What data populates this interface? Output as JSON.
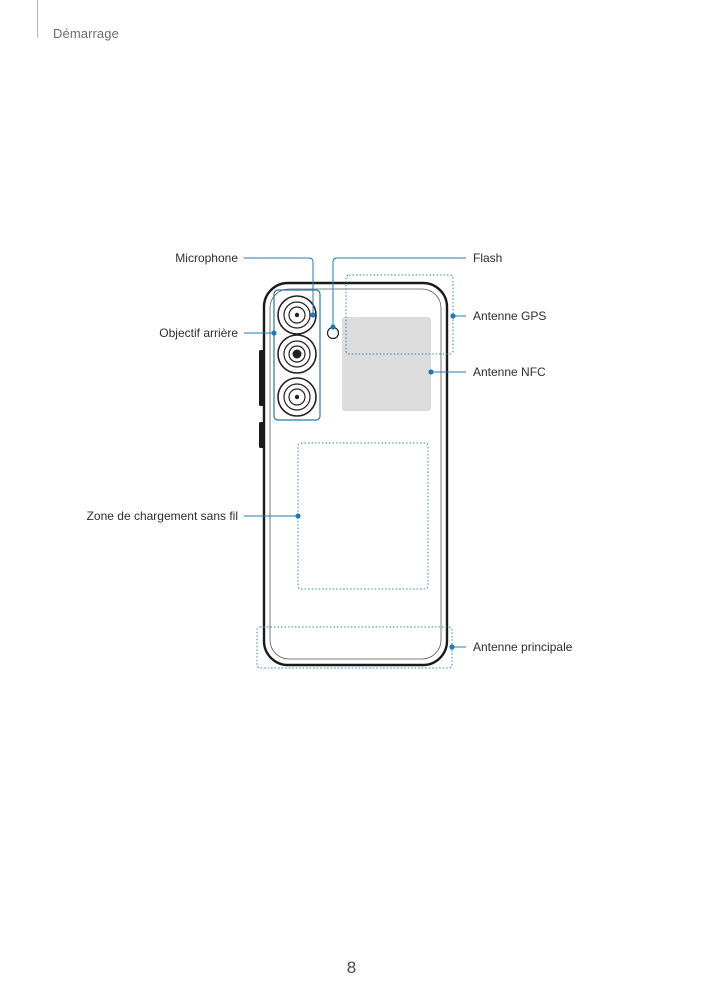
{
  "header": {
    "section": "Démarrage"
  },
  "footer": {
    "page_number": "8"
  },
  "diagram": {
    "labels": {
      "microphone": "Microphone",
      "rear_camera": "Objectif arrière",
      "wireless_charging": "Zone de chargement sans fil",
      "flash": "Flash",
      "gps_antenna": "Antenne GPS",
      "nfc_antenna": "Antenne NFC",
      "main_antenna": "Antenne principale"
    },
    "colors": {
      "callout": "#1f7bb5",
      "nfc_area": "#dcdcdc",
      "phone_outline": "#1a1a1a"
    }
  }
}
